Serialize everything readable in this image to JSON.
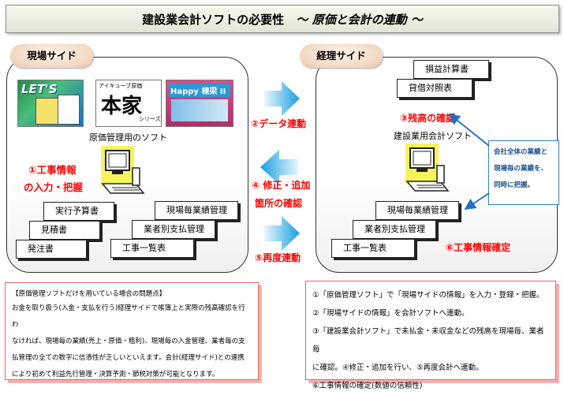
{
  "title": {
    "main": "建設業会計ソフトの必要性",
    "sub": "〜 原価と会計の連動 〜"
  },
  "left_panel": {
    "pill": "現場サイド",
    "logos": [
      {
        "text": "LET'S",
        "name": "lets-logo"
      },
      {
        "top": "アイキューブ原価",
        "main": "本家",
        "bottom": "シリーズ"
      },
      {
        "text": "Happy 棟梁 II"
      }
    ],
    "software_label": "原価管理用のソフト",
    "step1_line1": "①工事情報",
    "step1_line2": "の入力・把握",
    "docs": [
      "実行予算書",
      "見積書",
      "発注書"
    ],
    "reports": [
      "現場毎業績管理",
      "業者別支払管理",
      "工事一覧表"
    ]
  },
  "middle": {
    "step2": "②データ連動",
    "step4_line1": "④ 修正・追加",
    "step4_line2": "箇所の確認",
    "step5": "⑤再度連動"
  },
  "right_panel": {
    "pill": "経理サイド",
    "docs": [
      "損益計算書",
      "貸借対照表"
    ],
    "step3": "③残高の確認",
    "software_label": "建設業用会計ソフト",
    "reports": [
      "現場毎業績管理",
      "業者別支払管理",
      "工事一覧表"
    ],
    "step6": "⑥工事情報確定",
    "callout": [
      "会社全体の業績と",
      "現場毎の業績を、",
      "同時に把握。"
    ]
  },
  "note_left": {
    "lines": [
      "【原価管理ソフトだけを用いている場合の問題点】",
      "お金を取り扱う(入金・支払を行う)経理サイドで帳簿上と実際の残高確認を行わ",
      "なければ、現場毎の業績(売上・原価・粗利)、現場毎の入金管理、業者毎の支",
      "払管理の全ての数字に信憑性が乏しいといえます。会計(経理サイド)との連携",
      "により初めて利益先行管理・決算予測・節税対策が可能となります。"
    ]
  },
  "note_right": {
    "lines": [
      "①「原価管理ソフト」で「現場サイドの情報」を入力・登録・把握。",
      "②「現場サイドの情報」を会計ソフトへ連動。",
      "③「建設業会計ソフト」で未払金・未収金などの残高を現場毎、業者毎",
      "に確認。④修正・追加を行い、⑤再度会計へ連動。",
      "⑥工事情報の確定(数値の信頼性)"
    ]
  },
  "colors": {
    "arrow": "#1a9fe0",
    "red": "#ff0000",
    "pill": "#f2d7c1",
    "note_border": "#f06060"
  }
}
